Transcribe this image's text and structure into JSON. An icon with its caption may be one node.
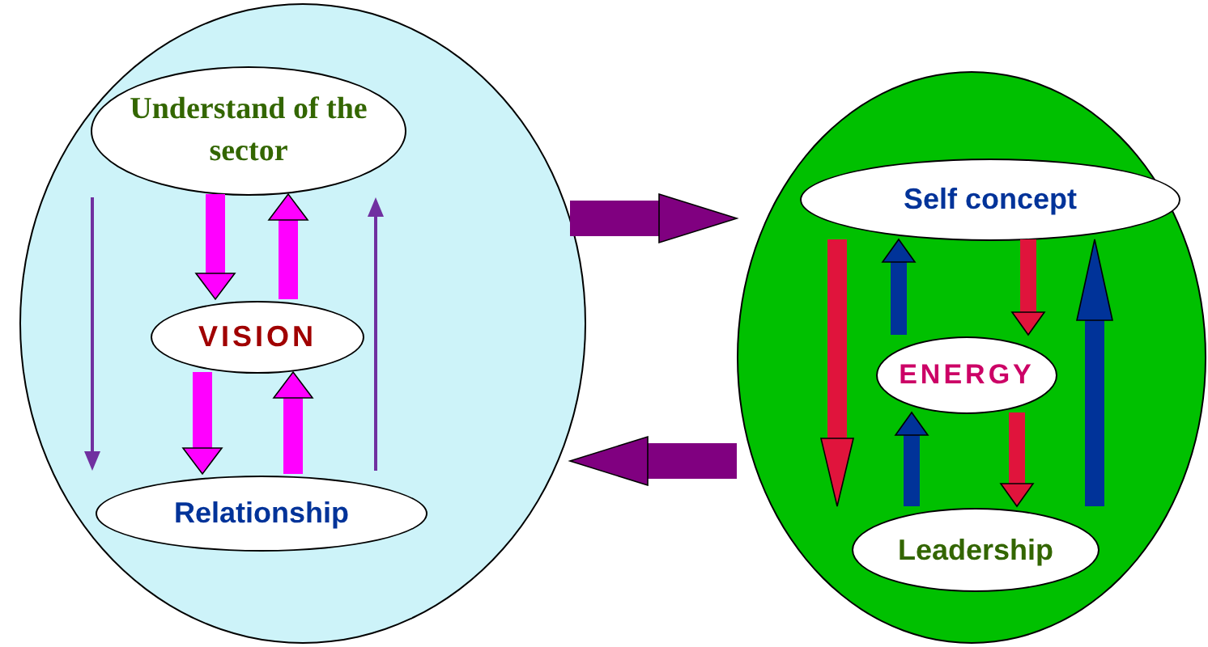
{
  "diagram": {
    "nodes": [
      {
        "text": [],
        "shape": "ellipse"
      },
      {
        "text": [
          "Understand of the sector"
        ],
        "in": 0
      },
      {
        "text": [
          "VISION"
        ],
        "in": 0
      },
      {
        "text": [
          "Relationship"
        ],
        "in": 0
      },
      {
        "text": [],
        "shape": "ellipse"
      },
      {
        "text": [
          "Self concept"
        ],
        "in": 4
      },
      {
        "text": [
          "ENERGY"
        ],
        "in": 4
      },
      {
        "text": [
          "Leadership"
        ],
        "in": 4
      }
    ],
    "edges": [
      {
        "from": 1,
        "to": 3,
        "arrow": "to",
        "color": "#7030a0"
      },
      {
        "from": 3,
        "to": 1,
        "arrow": "to",
        "color": "#7030a0"
      },
      {
        "from": 1,
        "to": 2,
        "arrow": "to",
        "color": "#ff00ff"
      },
      {
        "from": 2,
        "to": 1,
        "arrow": "to",
        "color": "#ff00ff"
      },
      {
        "from": 2,
        "to": 3,
        "arrow": "to",
        "color": "#ff00ff"
      },
      {
        "from": 3,
        "to": 2,
        "arrow": "to",
        "color": "#ff00ff"
      },
      {
        "from": 0,
        "to": 4,
        "arrow": "to",
        "style": "thick",
        "color": "#800080"
      },
      {
        "from": 4,
        "to": 0,
        "arrow": "to",
        "style": "thick",
        "color": "#800080"
      },
      {
        "from": 5,
        "to": 6,
        "arrow": "to",
        "color": "#e0143c"
      },
      {
        "from": 6,
        "to": 5,
        "arrow": "to",
        "color": "#003399"
      },
      {
        "from": 6,
        "to": 7,
        "arrow": "to",
        "color": "#e0143c"
      },
      {
        "from": 7,
        "to": 6,
        "arrow": "to",
        "color": "#003399"
      },
      {
        "from": 5,
        "to": 7,
        "arrow": "to",
        "color": "#e0143c"
      },
      {
        "from": 7,
        "to": 5,
        "arrow": "to",
        "color": "#003399"
      }
    ]
  }
}
